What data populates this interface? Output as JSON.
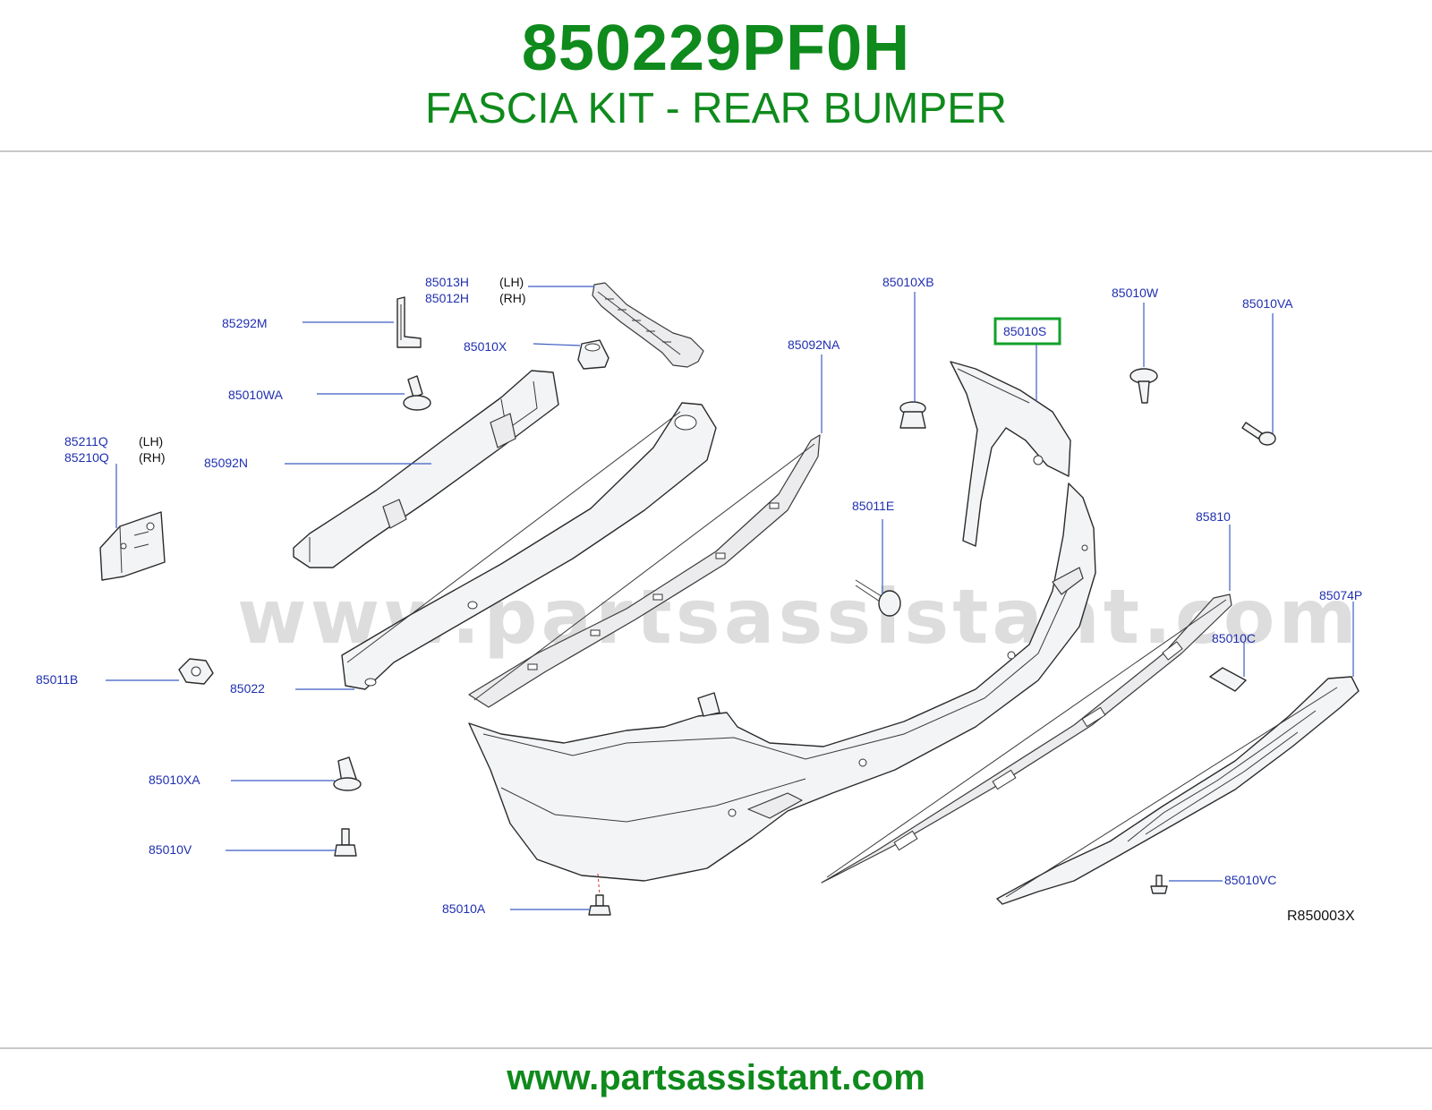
{
  "header": {
    "part_number": "850229PF0H",
    "part_name": "FASCIA KIT - REAR BUMPER"
  },
  "footer": {
    "url": "www.partsassistant.com"
  },
  "diagram": {
    "watermark": "www.partsassistant.com",
    "reference_code": "R850003X",
    "highlight_color": "#12a12a",
    "callouts": {
      "p85013H": "85013H",
      "p85012H": "85012H",
      "lh1": "(LH)",
      "rh1": "(RH)",
      "p85292M": "85292M",
      "p85010X": "85010X",
      "p85010WA": "85010WA",
      "p85211Q": "85211Q",
      "p85210Q": "85210Q",
      "lh2": "(LH)",
      "rh2": "(RH)",
      "p85092N": "85092N",
      "p85092NA": "85092NA",
      "p85010XB": "85010XB",
      "p85010S": "85010S",
      "p85010W": "85010W",
      "p85010VA": "85010VA",
      "p85011E": "85011E",
      "p85810": "85810",
      "p85074P": "85074P",
      "p85010C": "85010C",
      "p85011B": "85011B",
      "p85022": "85022",
      "p85010XA": "85010XA",
      "p85010V": "85010V",
      "p85010A": "85010A",
      "p85010VC": "85010VC"
    }
  }
}
